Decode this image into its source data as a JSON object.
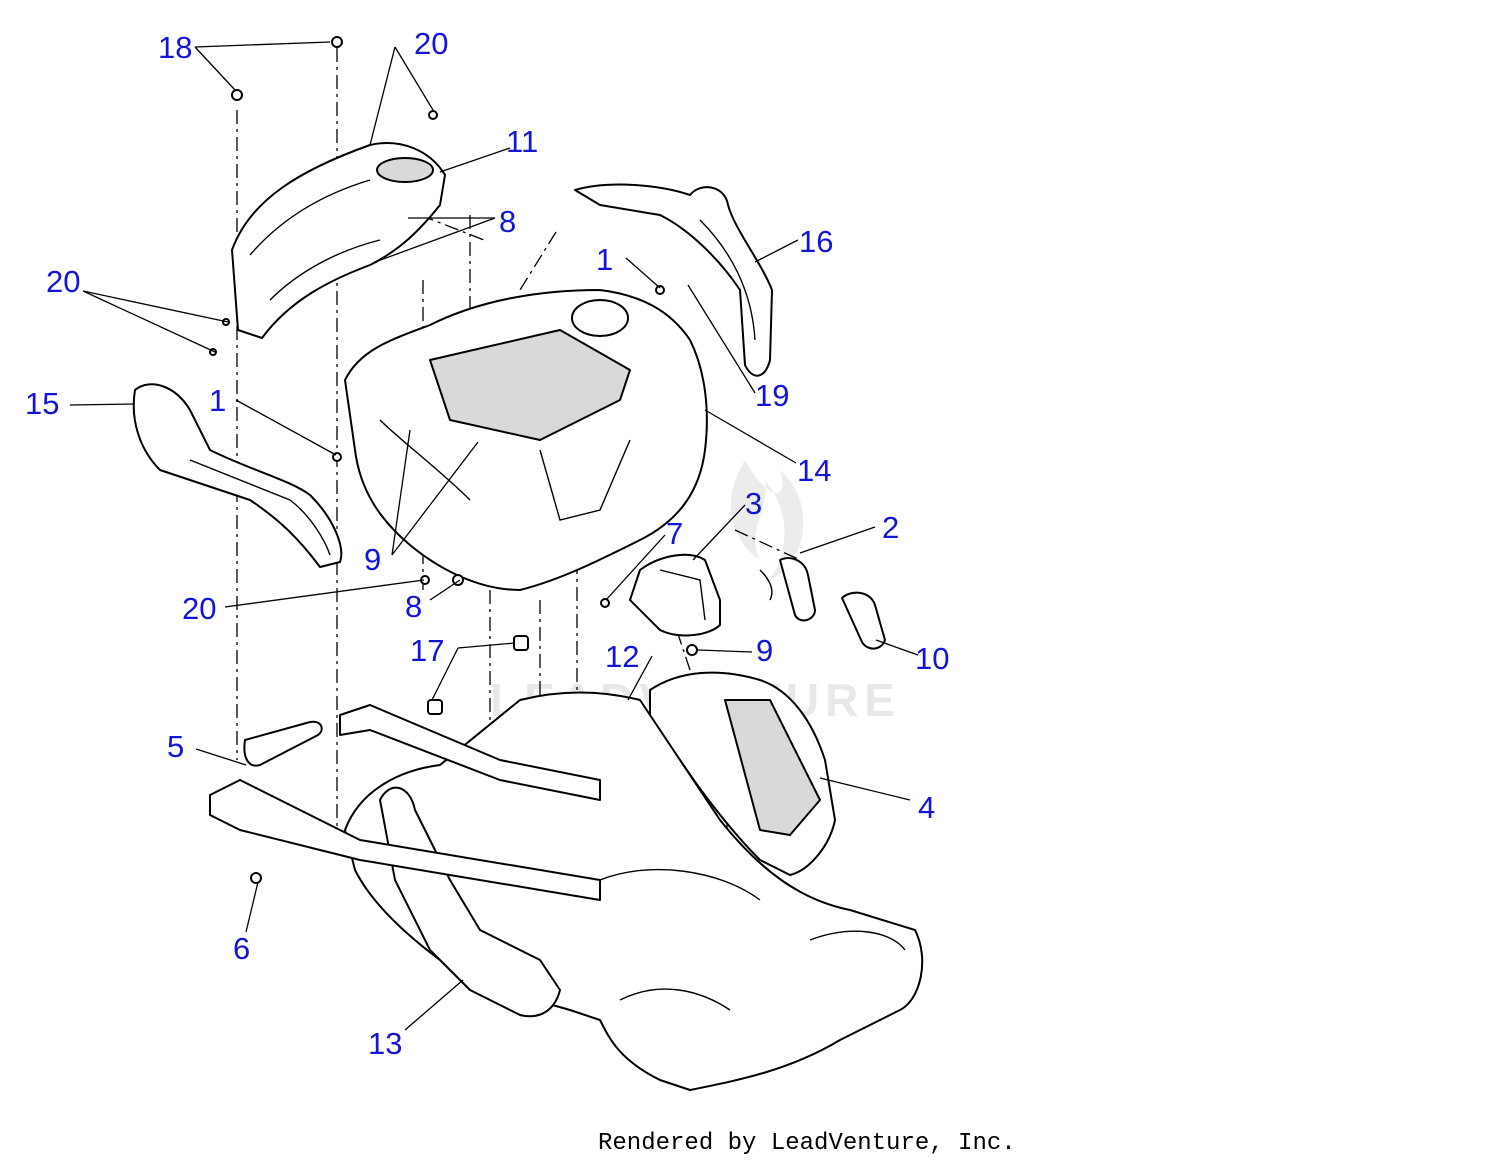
{
  "diagram": {
    "callouts": [
      {
        "id": "c18",
        "label": "18"
      },
      {
        "id": "c20a",
        "label": "20"
      },
      {
        "id": "c11",
        "label": "11"
      },
      {
        "id": "c8a",
        "label": "8"
      },
      {
        "id": "c16",
        "label": "16"
      },
      {
        "id": "c1a",
        "label": "1"
      },
      {
        "id": "c20b",
        "label": "20"
      },
      {
        "id": "c19",
        "label": "19"
      },
      {
        "id": "c15",
        "label": "15"
      },
      {
        "id": "c1b",
        "label": "1"
      },
      {
        "id": "c14",
        "label": "14"
      },
      {
        "id": "c3",
        "label": "3"
      },
      {
        "id": "c2",
        "label": "2"
      },
      {
        "id": "c7",
        "label": "7"
      },
      {
        "id": "c9a",
        "label": "9"
      },
      {
        "id": "c20c",
        "label": "20"
      },
      {
        "id": "c8b",
        "label": "8"
      },
      {
        "id": "c17",
        "label": "17"
      },
      {
        "id": "c12",
        "label": "12"
      },
      {
        "id": "c9b",
        "label": "9"
      },
      {
        "id": "c10",
        "label": "10"
      },
      {
        "id": "c5",
        "label": "5"
      },
      {
        "id": "c4",
        "label": "4"
      },
      {
        "id": "c6",
        "label": "6"
      },
      {
        "id": "c13",
        "label": "13"
      }
    ],
    "watermark": "LEADVENTURE",
    "credit": "Rendered by LeadVenture, Inc.",
    "label_color": "#1414d8"
  }
}
